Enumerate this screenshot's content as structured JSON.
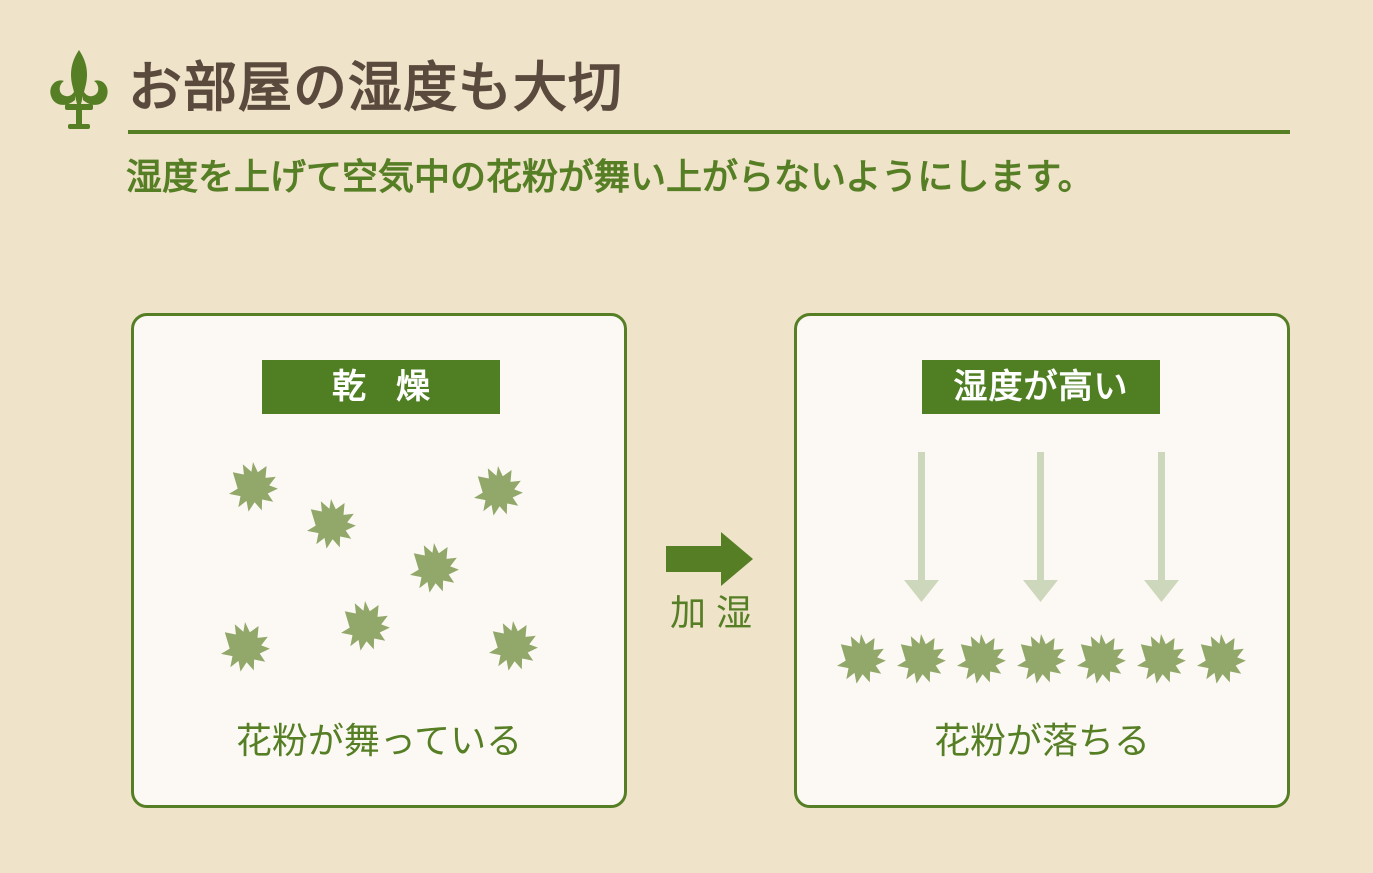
{
  "title": "お部屋の湿度も大切",
  "subtitle": "湿度を上げて空気中の花粉が舞い上がらないようにします。",
  "colors": {
    "background": "#efe3c9",
    "accent_green": "#567f25",
    "title_brown": "#5a4a3d",
    "panel_fill": "#fcf9f4",
    "pollen": "#92a86a",
    "fall_arrow": "#cdd7bb"
  },
  "icons": {
    "title": "fleur-de-lis-icon",
    "pollen": "pollen-icon",
    "transition": "right-arrow-icon",
    "falling": "down-arrow-icon"
  },
  "panels": {
    "dry": {
      "header": "乾燥",
      "caption": "花粉が舞っている"
    },
    "humid": {
      "header": "湿度が高い",
      "caption": "花粉が落ちる"
    }
  },
  "transition_label": "加湿"
}
